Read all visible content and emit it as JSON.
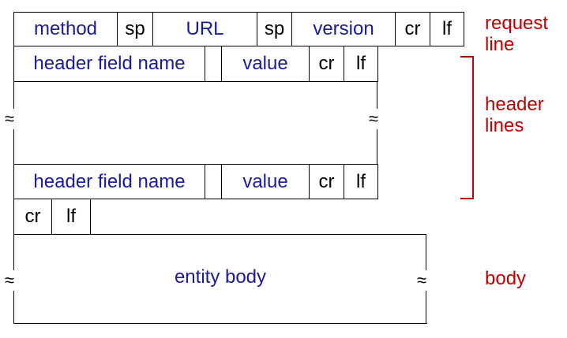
{
  "request_line": {
    "method": "method",
    "sp1": "sp",
    "url": "URL",
    "sp2": "sp",
    "version": "version",
    "cr": "cr",
    "lf": "lf"
  },
  "header_lines": {
    "first": {
      "name": "header field name",
      "value": "value",
      "cr": "cr",
      "lf": "lf"
    },
    "last": {
      "name": "header field name",
      "value": "value",
      "cr": "cr",
      "lf": "lf"
    }
  },
  "blank_line": {
    "cr": "cr",
    "lf": "lf"
  },
  "body": {
    "label": "entity body"
  },
  "labels": {
    "request_line": "request\nline",
    "header_lines": "header\nlines",
    "body": "body"
  },
  "squiggle": "≈",
  "colors": {
    "field_text": "#1a1a9c",
    "label_text": "#c00000",
    "lines": "#000000"
  }
}
